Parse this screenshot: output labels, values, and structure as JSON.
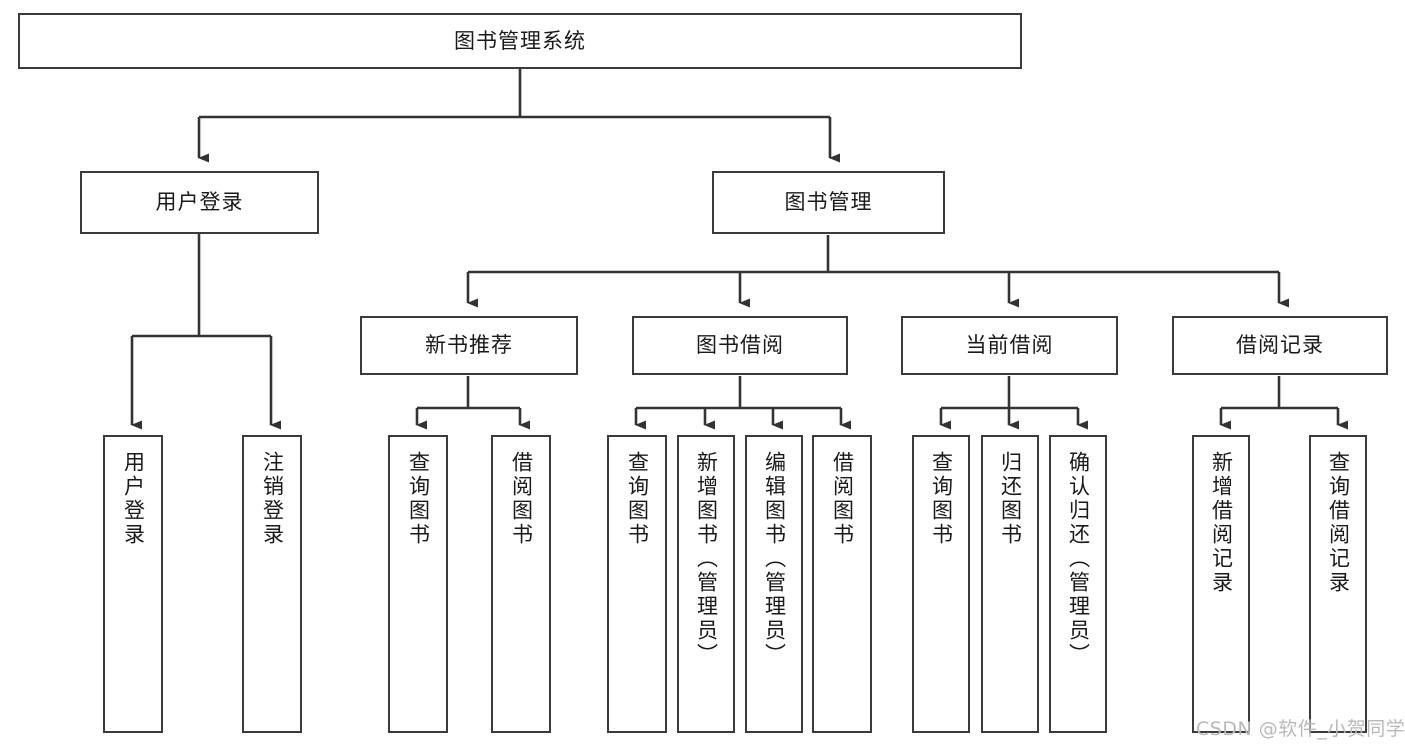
{
  "diagram": {
    "title": "图书管理系统",
    "type": "tree-hierarchy-flowchart",
    "colors": {
      "box_border": "#3b3b3b",
      "box_fill": "#ffffff",
      "edge": "#333333",
      "text": "#1a1a1a",
      "watermark": "#b9b9b9",
      "background": "#ffffff"
    },
    "root": {
      "label": "图书管理系统"
    },
    "level2": [
      {
        "label": "用户登录"
      },
      {
        "label": "图书管理"
      }
    ],
    "level3": [
      {
        "label": "新书推荐"
      },
      {
        "label": "图书借阅"
      },
      {
        "label": "当前借阅"
      },
      {
        "label": "借阅记录"
      }
    ],
    "leaves": {
      "user_login": [
        {
          "label": "用户登录"
        },
        {
          "label": "注销登录"
        }
      ],
      "new_book_recommend": [
        {
          "label": "查询图书"
        },
        {
          "label": "借阅图书"
        }
      ],
      "book_borrow": [
        {
          "label": "查询图书"
        },
        {
          "label": "新增图书（管理员）"
        },
        {
          "label": "编辑图书（管理员）"
        },
        {
          "label": "借阅图书"
        }
      ],
      "current_borrow": [
        {
          "label": "查询图书"
        },
        {
          "label": "归还图书"
        },
        {
          "label": "确认归还（管理员）"
        }
      ],
      "borrow_record": [
        {
          "label": "新增借阅记录"
        },
        {
          "label": "查询借阅记录"
        }
      ]
    },
    "watermark": "CSDN @软件_小贺同学"
  }
}
